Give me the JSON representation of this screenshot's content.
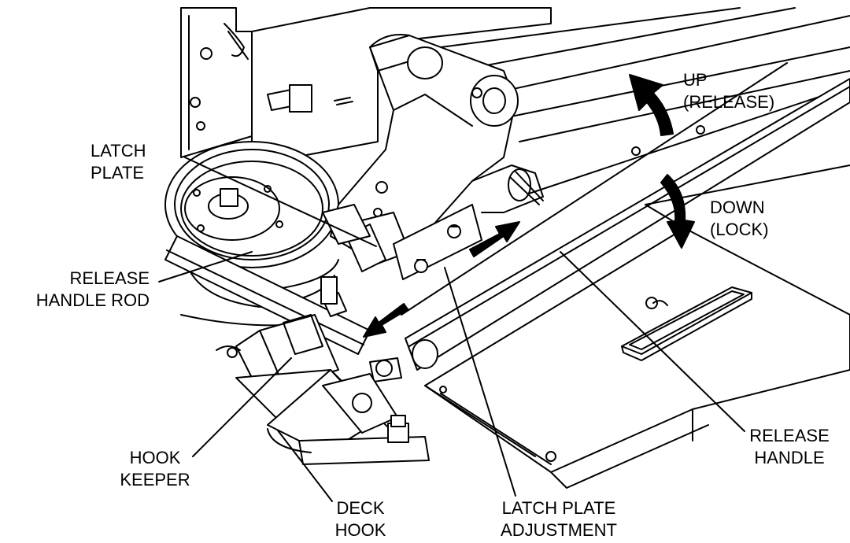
{
  "figure": {
    "labels": {
      "latch_plate": [
        "LATCH",
        "PLATE"
      ],
      "release_handle_rod": [
        "RELEASE",
        "HANDLE ROD"
      ],
      "hook_keeper": [
        "HOOK",
        "KEEPER"
      ],
      "deck_hook": [
        "DECK",
        "HOOK"
      ],
      "latch_plate_adjustment": [
        "LATCH PLATE",
        "ADJUSTMENT"
      ],
      "release_handle": [
        "RELEASE",
        "HANDLE"
      ],
      "up_release": [
        "UP",
        "(RELEASE)"
      ],
      "down_lock": [
        "DOWN",
        "(LOCK)"
      ]
    },
    "colors": {
      "ink": "#000000",
      "paper": "#ffffff"
    }
  }
}
